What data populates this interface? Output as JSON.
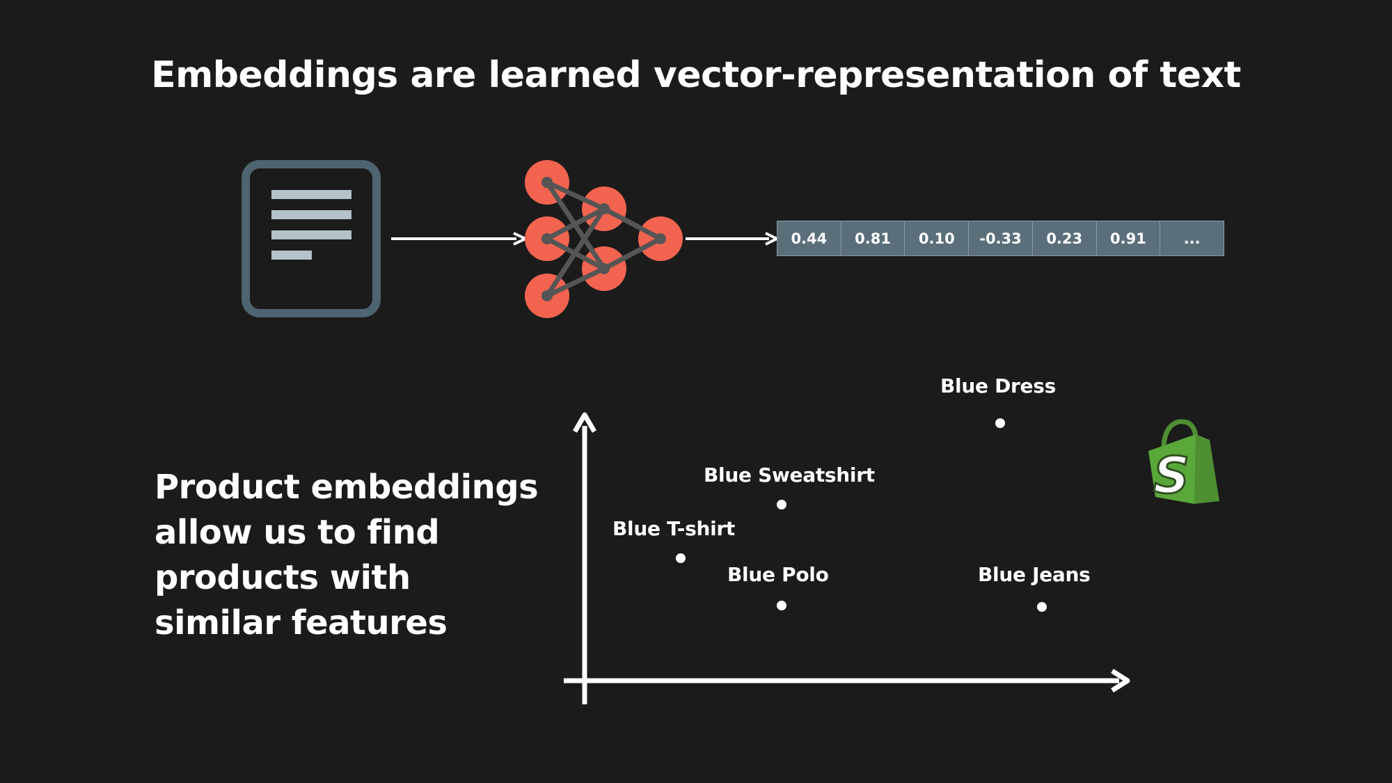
{
  "title": "Embeddings are learned vector-representation of text",
  "vector": [
    "0.44",
    "0.81",
    "0.10",
    "-0.33",
    "0.23",
    "0.91",
    "..."
  ],
  "caption": [
    "Product embeddings",
    "allow us to find",
    "products with",
    "similar features"
  ],
  "products": [
    {
      "label": "Blue Dress"
    },
    {
      "label": "Blue Sweatshirt"
    },
    {
      "label": "Blue T-shirt"
    },
    {
      "label": "Blue Polo"
    },
    {
      "label": "Blue Jeans"
    }
  ],
  "colors": {
    "background": "#1b1b1b",
    "document": "#4e6470",
    "document_lines": "#b4c3c9",
    "neuron": "#f26450",
    "vector_bg": "#5b6f7b",
    "shop_green": "#5aa83a"
  },
  "icons": [
    "document-icon",
    "neural-network-icon",
    "shopify-bag-icon"
  ]
}
